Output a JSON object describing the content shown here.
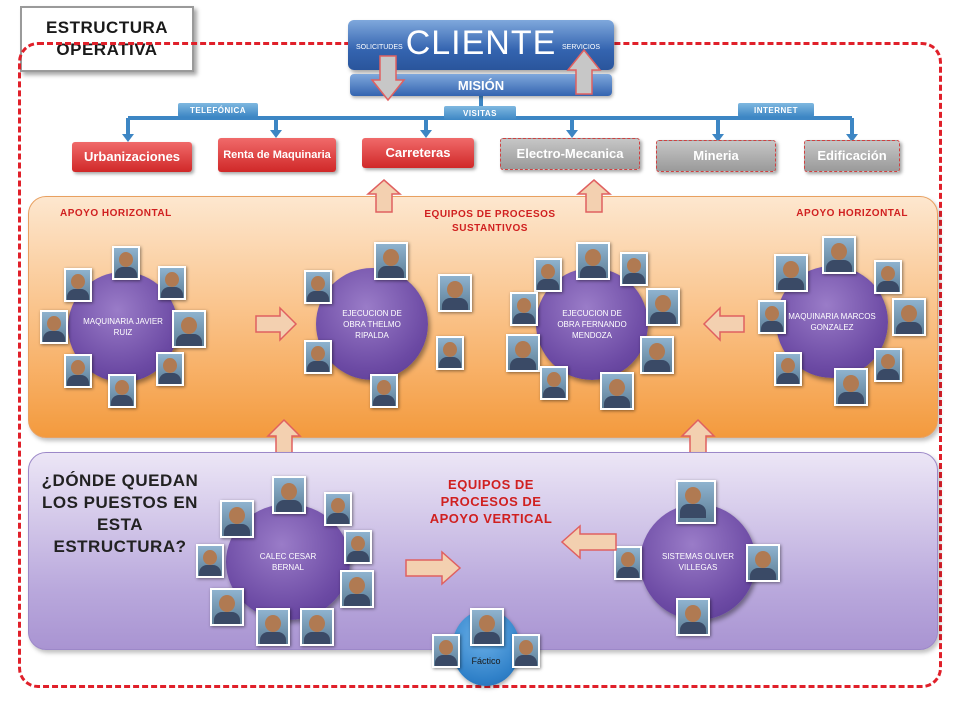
{
  "title": [
    "ESTRUCTURA",
    "OPERATIVA"
  ],
  "header": {
    "cliente": "CLIENTE",
    "solicitudes": "SOLICITUDES",
    "servicios": "SERVICIOS",
    "mision": "MISIÓN"
  },
  "channels": {
    "telefonica": "TELEFÓNICA",
    "visitas": "VISITAS",
    "internet": "INTERNET"
  },
  "categories": [
    {
      "label": "Urbanizaciones",
      "style": "red"
    },
    {
      "label": "Renta de Maquinaria",
      "style": "red"
    },
    {
      "label": "Carreteras",
      "style": "red"
    },
    {
      "label": "Electro-Mecanica",
      "style": "grey"
    },
    {
      "label": "Mineria",
      "style": "grey"
    },
    {
      "label": "Edificación",
      "style": "grey"
    }
  ],
  "top_section": {
    "left_label": "APOYO HORIZONTAL",
    "center_label": "EQUIPOS DE PROCESOS SUSTANTIVOS",
    "right_label": "APOYO HORIZONTAL",
    "teams": [
      {
        "name": "MAQUINARIA JAVIER RUIZ"
      },
      {
        "name": "EJECUCION DE OBRA THELMO RIPALDA"
      },
      {
        "name": "EJECUCION DE OBRA FERNANDO MENDOZA"
      },
      {
        "name": "MAQUINARIA MARCOS GONZALEZ"
      }
    ]
  },
  "bottom_section": {
    "question": "¿DÓNDE QUEDAN LOS PUESTOS EN ESTA ESTRUCTURA?",
    "center_label": "EQUIPOS DE PROCESOS DE APOYO VERTICAL",
    "teams": [
      {
        "name": "CALEC CESAR BERNAL"
      },
      {
        "name": "SISTEMAS OLIVER VILLEGAS"
      }
    ],
    "factico": "Fáctico"
  },
  "colors": {
    "accent_blue": "#3464b0",
    "red_dashed_border": "#e0202a",
    "red_label": "#d02020",
    "orange_panel": "#f8b26a",
    "purple_panel": "#b9a8dc",
    "team_circle": "#6c4aa4"
  }
}
